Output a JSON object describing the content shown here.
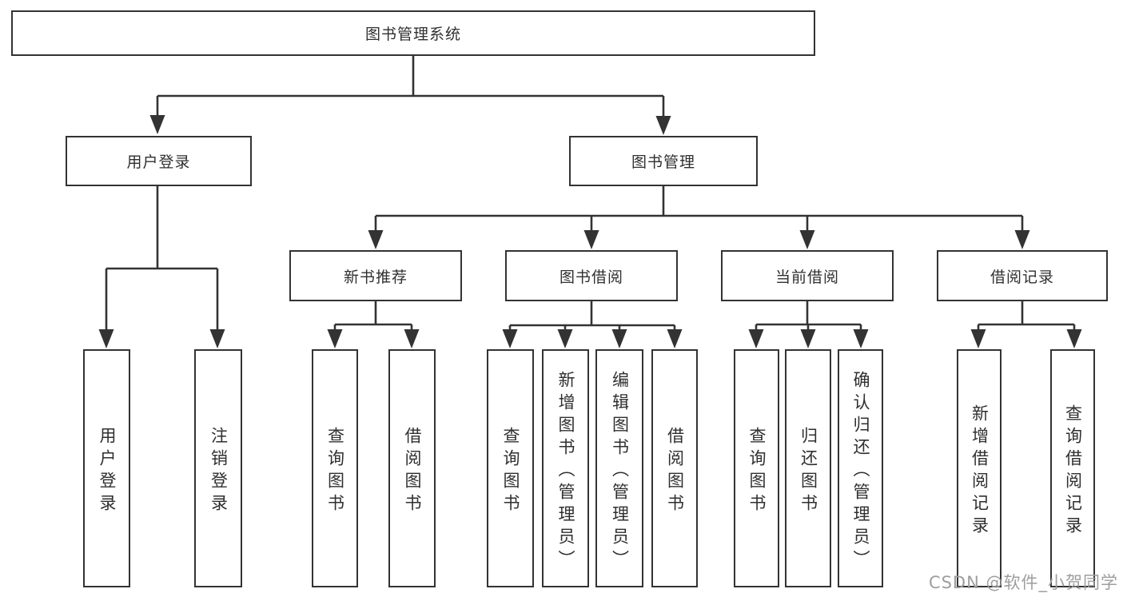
{
  "diagram": {
    "root": {
      "label": "图书管理系统"
    },
    "level2": [
      {
        "label": "用户登录"
      },
      {
        "label": "图书管理"
      }
    ],
    "level3": [
      {
        "label": "新书推荐"
      },
      {
        "label": "图书借阅"
      },
      {
        "label": "当前借阅"
      },
      {
        "label": "借阅记录"
      }
    ],
    "leaves": {
      "user_login": [
        "用户登录",
        "注销登录"
      ],
      "new_book": [
        "查询图书",
        "借阅图书"
      ],
      "book_borrow": [
        "查询图书",
        "新增图书（管理员）",
        "编辑图书（管理员）",
        "借阅图书"
      ],
      "current_borrow": [
        "查询图书",
        "归还图书",
        "确认归还（管理员）"
      ],
      "borrow_record": [
        "新增借阅记录",
        "查询借阅记录"
      ]
    }
  },
  "watermark": {
    "text": "CSDN @软件_小贺同学"
  },
  "colors": {
    "line": "#333333",
    "text": "#2f2f2f",
    "watermark": "#9e9e9e",
    "background": "#ffffff"
  }
}
